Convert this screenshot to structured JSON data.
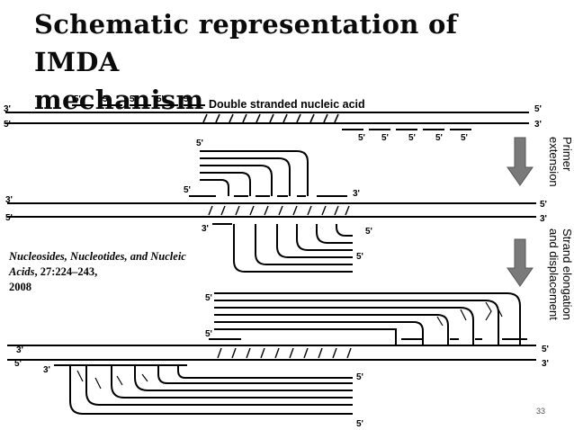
{
  "slide": {
    "title_line1": "Schematic representation of IMDA",
    "title_line2": "mechanism",
    "page_number": "33"
  },
  "citation": {
    "journal": "Nucleosides, Nucleotides, and Nucleic Acids",
    "details": ", 27:224–243,",
    "year": "2008"
  },
  "diagram": {
    "header": "Double stranded nucleic acid",
    "end_3": "3'",
    "end_5": "5'",
    "primer_end": "5'",
    "steps": {
      "primer_line1": "Primer",
      "primer_line2": "extension",
      "strand_line1": "Strand elongation",
      "strand_line2": "and displacement"
    },
    "colors": {
      "ink": "#000000",
      "arrow_fill": "#7a7a7a"
    }
  }
}
